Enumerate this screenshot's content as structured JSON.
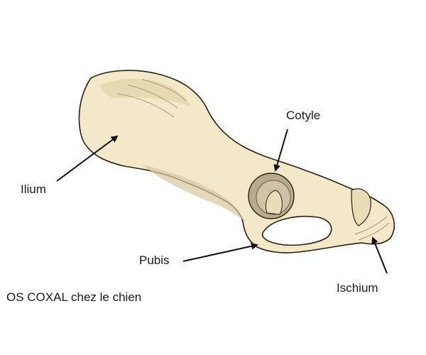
{
  "labels": {
    "ilium": "Ilium",
    "cotyle": "Cotyle",
    "pubis": "Pubis",
    "ischium": "Ischium"
  },
  "caption": "OS COXAL chez le chien",
  "colors": {
    "bone_fill": "#f3e8c8",
    "bone_outline": "#2a2014",
    "shade": "#b9a886",
    "socket": "#cfc3a6",
    "arrow": "#111111"
  }
}
